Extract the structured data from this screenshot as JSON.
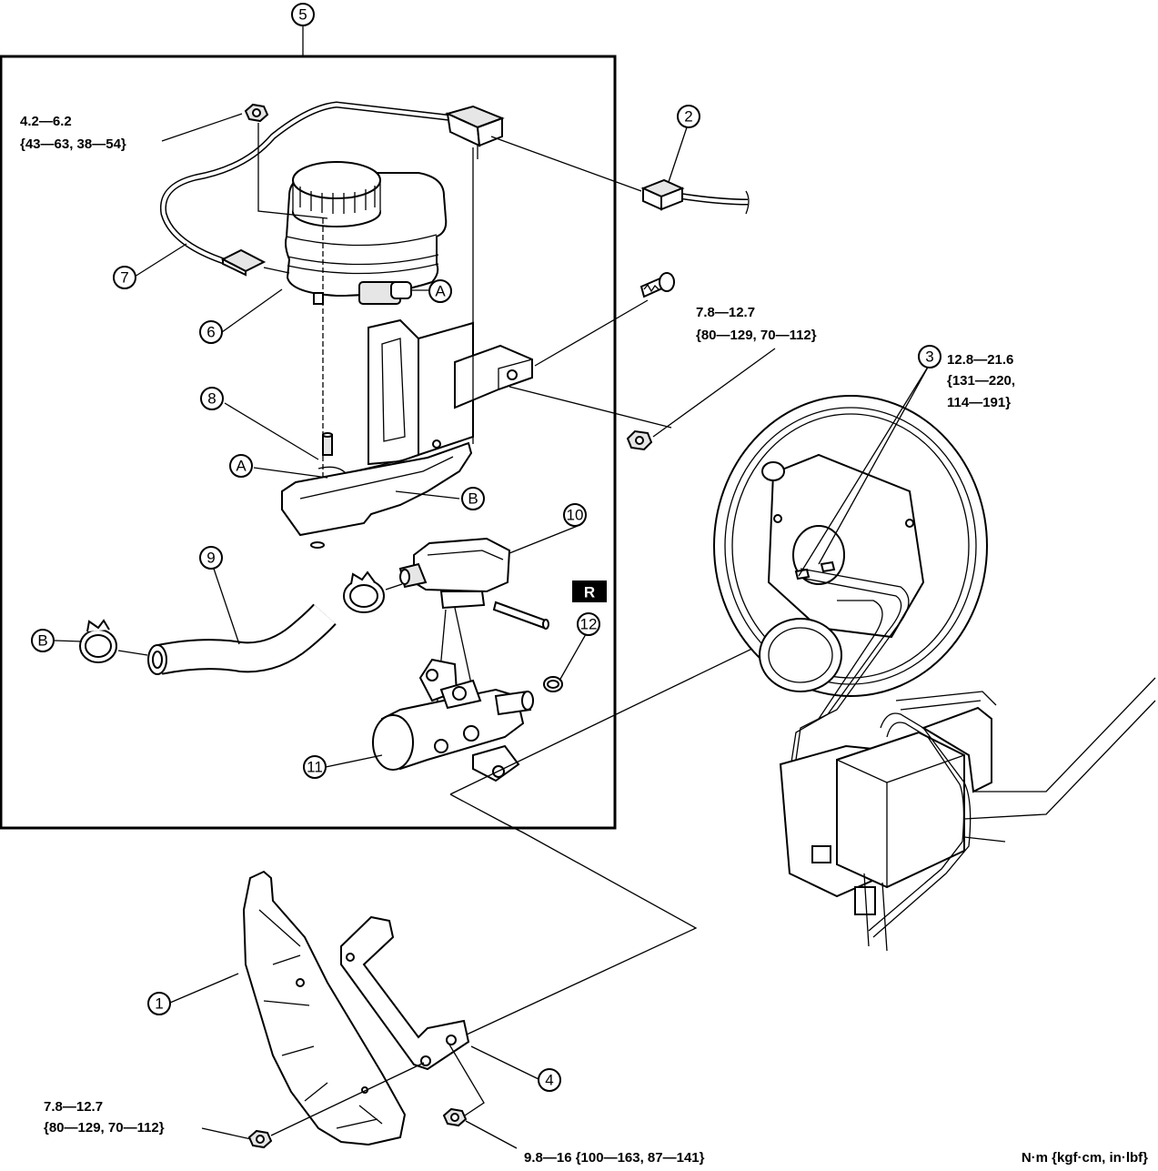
{
  "callouts": [
    "1",
    "2",
    "3",
    "4",
    "5",
    "6",
    "7",
    "8",
    "9",
    "10",
    "11",
    "12"
  ],
  "letters": {
    "a": "A",
    "b": "B"
  },
  "rhd_badge": "R",
  "torques": {
    "nut_7": {
      "line1": "4.2—6.2",
      "line2": "{43—63, 38—54}"
    },
    "bracket_bolt": {
      "line1": "7.8—12.7",
      "line2": "{80—129, 70—112}"
    },
    "pipe_3": {
      "line1": "12.8—21.6",
      "line2": "{131—220,",
      "line3": "114—191}"
    },
    "cover_nut": {
      "line1": "7.8—12.7",
      "line2": "{80—129, 70—112}"
    },
    "mount_nut": {
      "line1": "9.8—16 {100—163, 87—141}"
    }
  },
  "unit_legend": "N·m {kgf·cm, in·lbf}"
}
